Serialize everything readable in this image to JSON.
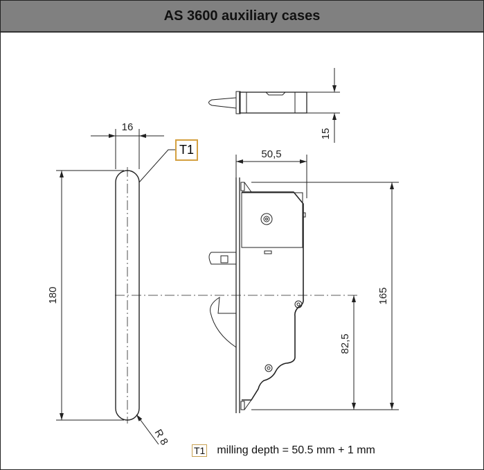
{
  "title": "AS 3600 auxiliary cases",
  "dimensions": {
    "slot_width": "16",
    "slot_length": "180",
    "radius": "R 8",
    "case_depth": "50,5",
    "case_thickness": "15",
    "case_height": "165",
    "center_height": "82,5"
  },
  "tag": "T1",
  "legend": {
    "tag": "T1",
    "text": "milling depth = 50.5 mm + 1 mm"
  },
  "colors": {
    "header": "#808080",
    "tag_border": "#d4a040"
  }
}
